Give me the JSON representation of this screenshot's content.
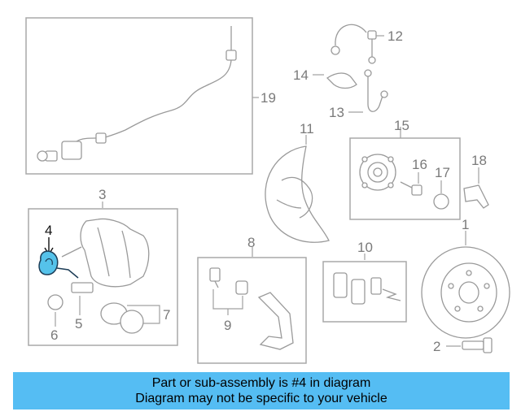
{
  "callouts": {
    "c1": "1",
    "c2": "2",
    "c3": "3",
    "c4": "4",
    "c5": "5",
    "c6": "6",
    "c7": "7",
    "c8": "8",
    "c9": "9",
    "c10": "10",
    "c11": "11",
    "c12": "12",
    "c13": "13",
    "c14": "14",
    "c15": "15",
    "c16": "16",
    "c17": "17",
    "c18": "18",
    "c19": "19"
  },
  "highlight": {
    "part": "4",
    "color": "#55c2ea"
  },
  "banner": {
    "line1": "Part or sub-assembly is #4 in diagram",
    "line2": "Diagram may not be specific to your vehicle",
    "color": "#55bdf3"
  }
}
